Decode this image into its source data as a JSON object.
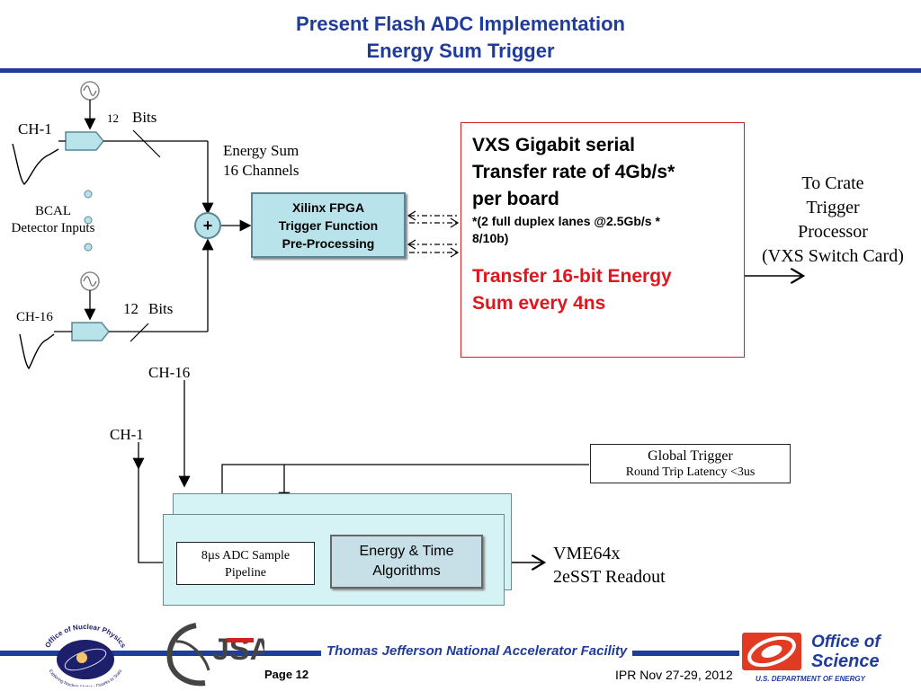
{
  "title": {
    "line1": "Present Flash ADC Implementation",
    "line2": "Energy Sum Trigger"
  },
  "diagram": {
    "ch1_label": "CH-1",
    "ch16_label": "CH-16",
    "bits_top_num": "12",
    "bits_top_word": "Bits",
    "bits_bottom_num": "12",
    "bits_bottom_word": "Bits",
    "bcal_line1": "BCAL",
    "bcal_line2": "Detector Inputs",
    "energy_sum_line1": "Energy Sum",
    "energy_sum_line2": "16 Channels",
    "plus_sign": "+",
    "fpga_line1": "Xilinx FPGA",
    "fpga_line2": "Trigger Function",
    "fpga_line3": "Pre-Processing",
    "vxs_line1": "VXS Gigabit serial",
    "vxs_line2": "Transfer rate of 4Gb/s*",
    "vxs_line3": "per board",
    "vxs_note1": "*(2 full duplex lanes @2.5Gb/s *",
    "vxs_note2": "8/10b)",
    "vxs_red1": "Transfer 16-bit Energy",
    "vxs_red2": "Sum every 4ns",
    "crate_line1": "To Crate",
    "crate_line2": "Trigger",
    "crate_line3": "Processor",
    "crate_line4": "(VXS Switch Card)",
    "lower_ch16": "CH-16",
    "lower_ch1": "CH-1",
    "global_trigger_line1": "Global Trigger",
    "global_trigger_line2": "Round Trip Latency <3us",
    "adc_pipeline_line1": "8µs ADC Sample",
    "adc_pipeline_line2": "Pipeline",
    "algo_line1": "Energy & Time",
    "algo_line2": "Algorithms",
    "vme_line1": "VME64x",
    "vme_line2": "2eSST Readout"
  },
  "footer": {
    "lab_name": "Thomas Jefferson National Accelerator Facility",
    "page": "Page 12",
    "date": "IPR  Nov 27-29, 2012",
    "jsa_logo_text": "JSA",
    "nuclear_physics_logo_top": "Office of Nuclear Physics",
    "nuclear_physics_logo_bottom": "Exploring Nuclear Matter - Quarks to Stars",
    "science_logo_line1": "Office of",
    "science_logo_line2": "Science",
    "doe_text": "U.S. DEPARTMENT OF ENERGY"
  },
  "colors": {
    "title": "#1f3c9c",
    "red_text": "#e0161e",
    "box_fill": "#b9e3ea",
    "board_fill": "#d5f2f4",
    "footer_bar": "#1f3c9c",
    "science_red": "#e23b24"
  }
}
